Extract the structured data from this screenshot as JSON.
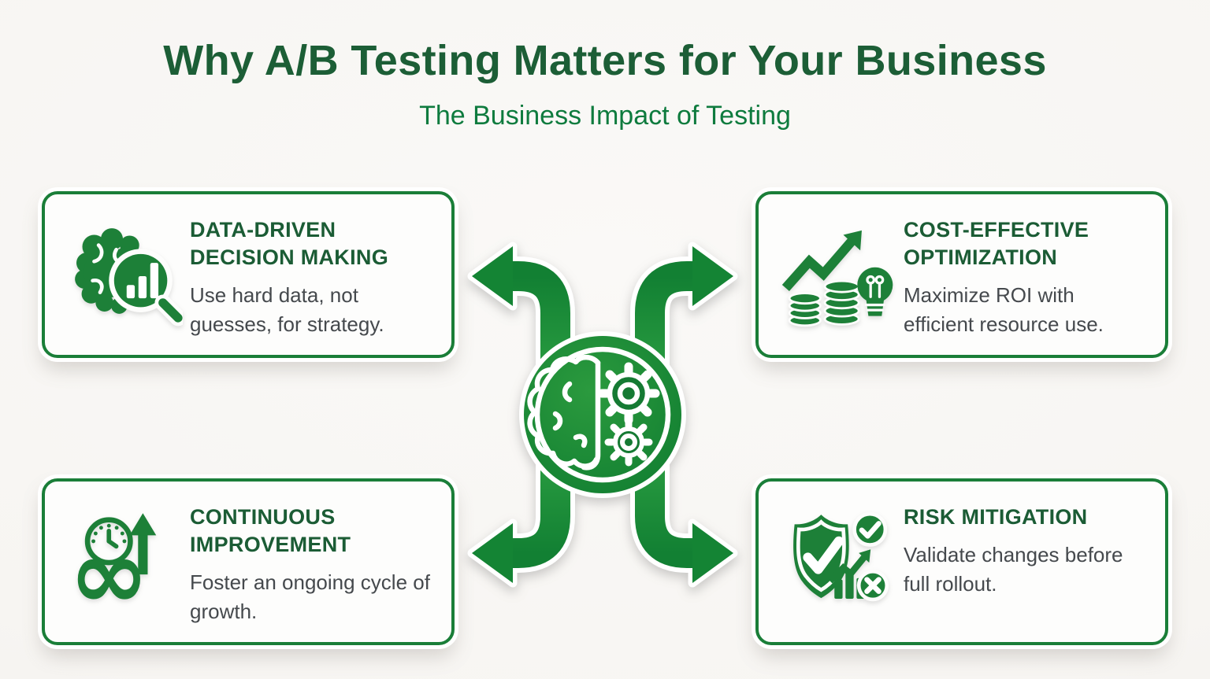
{
  "header": {
    "title": "Why A/B Testing Matters for Your Business",
    "subtitle": "The Business Impact of Testing"
  },
  "cards": [
    {
      "title": "DATA-DRIVEN DECISION MAKING",
      "body": "Use hard data, not guesses, for strategy.",
      "icon": "brain-magnifier-chart-icon",
      "position": "top-left"
    },
    {
      "title": "COST-EFFECTIVE OPTIMIZATION",
      "body": "Maximize ROI with efficient resource use.",
      "icon": "growth-arrow-coins-lightbulb-icon",
      "position": "top-right"
    },
    {
      "title": "CONTINUOUS IMPROVEMENT",
      "body": "Foster an ongoing cycle of growth.",
      "icon": "infinity-clock-arrow-icon",
      "position": "bottom-left"
    },
    {
      "title": "RISK MITIGATION",
      "body": "Validate changes before full rollout.",
      "icon": "shield-checkmark-chart-icon",
      "position": "bottom-right"
    }
  ],
  "center": {
    "icon": "brain-gears-icon",
    "arrows": [
      "up-left",
      "up-right",
      "down-left",
      "down-right"
    ]
  },
  "colors": {
    "green": "#1d8038",
    "green_dark": "#117c31",
    "green_light": "#33a846",
    "title_green": "#1b5c35",
    "heading_green": "#1c5e36",
    "subtitle_green": "#0e7b3e",
    "body_text": "#45494d",
    "card_border": "#1a7e38",
    "card_background": "#fdfdfc",
    "background": "#f7f5f2"
  }
}
